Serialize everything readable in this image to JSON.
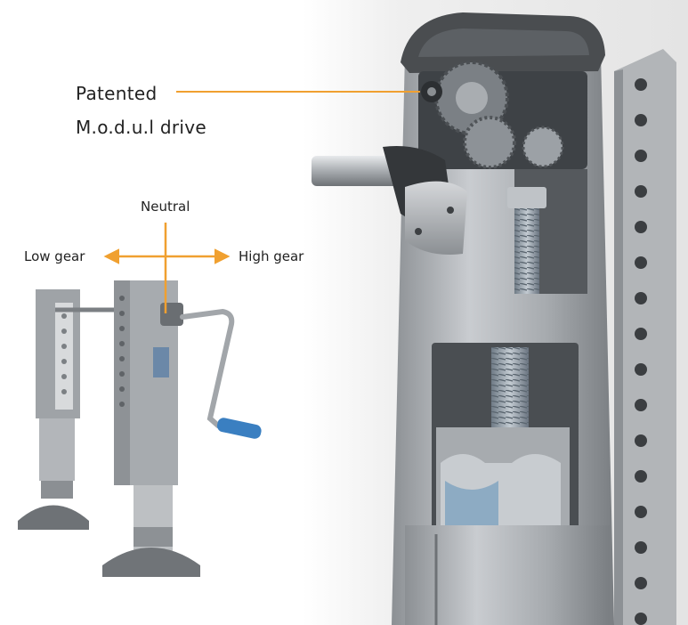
{
  "labels": {
    "patented": "Patented",
    "drive": "M.o.d.u.l drive",
    "neutral": "Neutral",
    "low_gear": "Low gear",
    "high_gear": "High gear"
  },
  "colors": {
    "arrow": "#F0A030",
    "metal_dark": "#6f7174",
    "metal_mid": "#9ea2a6",
    "metal_light": "#d7d9db",
    "backdrop": "#e9e9e9",
    "handle": "#3a7fc1"
  },
  "icons": {
    "jack_pair": "landing-gear-pair-illustration",
    "cutaway": "gearbox-cutaway-illustration"
  }
}
